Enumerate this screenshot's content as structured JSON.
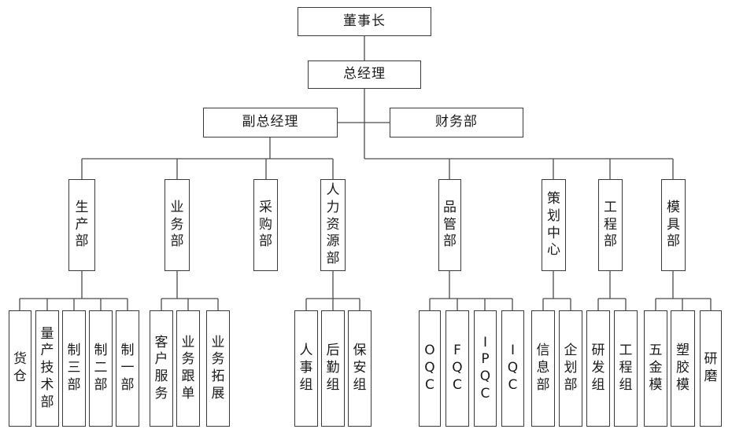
{
  "colors": {
    "line": "#4a4a4a",
    "border": "#3a3a3a",
    "text": "#1a1a1a",
    "background": "#ffffff"
  },
  "nodes": {
    "chairman": "董事长",
    "general_manager": "总经理",
    "deputy_general_manager": "副总经理",
    "finance_dept": "财务部",
    "production_dept": "生\n产\n部",
    "sales_dept": "业\n务\n部",
    "purchasing_dept": "采\n购\n部",
    "hr_dept": "人\n力\n资\n源\n部",
    "quality_dept": "品\n管\n部",
    "planning_center": "策\n划\n中\n心",
    "engineering_dept": "工\n程\n部",
    "mold_dept": "模\n具\n部",
    "warehouse": "货\n仓",
    "mass_production_tech": "量\n产\n技\n术\n部",
    "manufacturing_3": "制\n三\n部",
    "manufacturing_2": "制\n二\n部",
    "manufacturing_1": "制\n一\n部",
    "customer_service": "客\n户\n服\n务",
    "order_tracking": "业\n务\n跟\n单",
    "business_development": "业\n务\n拓\n展",
    "personnel_team": "人\n事\n组",
    "logistics_team": "后\n勤\n组",
    "security_team": "保\n安\n组",
    "oqc": "O\nQ\nC",
    "fqc": "F\nQ\nC",
    "ipqc": "I\nP\nQ\nC",
    "iqc": "I\nQ\nC",
    "it_dept": "信\n息\n部",
    "enterprise_planning_dept": "企\n划\n部",
    "rnd_team": "研\n发\n组",
    "engineering_team": "工\n程\n组",
    "five_metal_mold": "五\n金\n模",
    "plastic_mold": "塑\n胶\n模",
    "grinding": "研\n磨"
  }
}
